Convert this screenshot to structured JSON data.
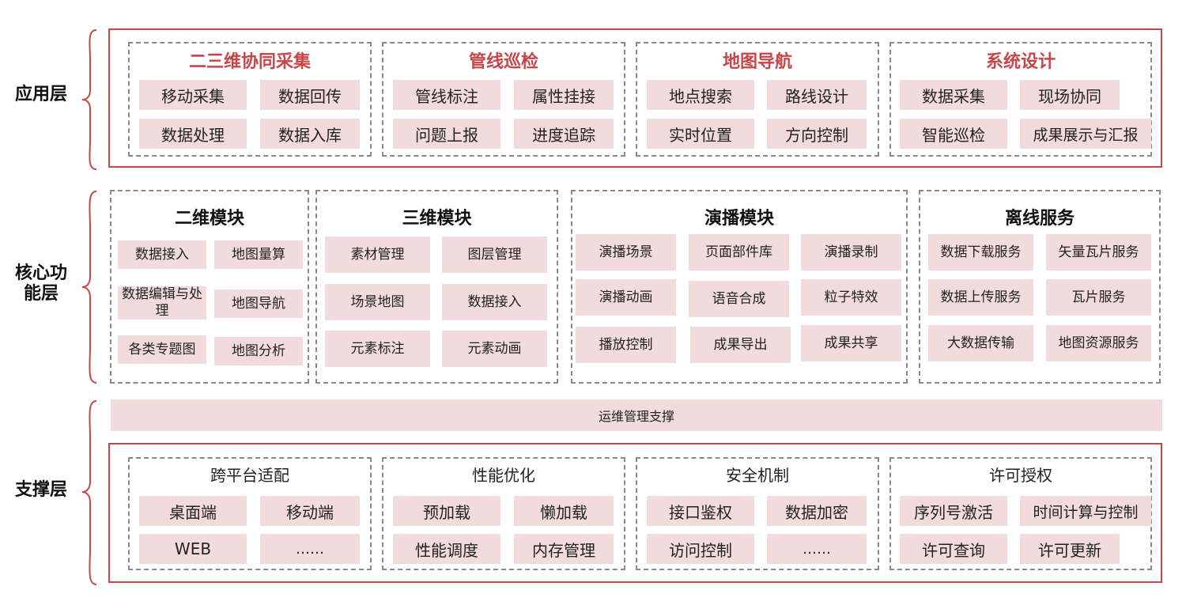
{
  "layers": {
    "app": "应用层",
    "core": "核心功\n能层",
    "support": "支撑层"
  },
  "app_groups": [
    {
      "title": "二三维协同采集",
      "items": [
        "移动采集",
        "数据回传",
        "数据处理",
        "数据入库"
      ]
    },
    {
      "title": "管线巡检",
      "items": [
        "管线标注",
        "属性挂接",
        "问题上报",
        "进度追踪"
      ]
    },
    {
      "title": "地图导航",
      "items": [
        "地点搜索",
        "路线设计",
        "实时位置",
        "方向控制"
      ]
    },
    {
      "title": "系统设计",
      "items": [
        "数据采集",
        "现场协同",
        "智能巡检",
        "成果展示与汇报"
      ]
    }
  ],
  "core_groups": [
    {
      "title": "二维模块",
      "items": [
        "数据接入",
        "地图量算",
        "数据编辑与处理",
        "地图导航",
        "各类专题图",
        "地图分析"
      ]
    },
    {
      "title": "三维模块",
      "items": [
        "素材管理",
        "图层管理",
        "场景地图",
        "数据接入",
        "元素标注",
        "元素动画"
      ]
    },
    {
      "title": "演播模块",
      "items": [
        "演播场景",
        "页面部件库",
        "演播录制",
        "演播动画",
        "语音合成",
        "粒子特效",
        "播放控制",
        "成果导出",
        "成果共享"
      ]
    },
    {
      "title": "离线服务",
      "items": [
        "数据下载服务",
        "矢量瓦片服务",
        "数据上传服务",
        "瓦片服务",
        "大数据传输",
        "地图资源服务"
      ]
    }
  ],
  "ops_bar": "运维管理支撑",
  "support_groups": [
    {
      "title": "跨平台适配",
      "items": [
        "桌面端",
        "移动端",
        "WEB",
        "……"
      ]
    },
    {
      "title": "性能优化",
      "items": [
        "预加载",
        "懒加载",
        "性能调度",
        "内存管理"
      ]
    },
    {
      "title": "安全机制",
      "items": [
        "接口鉴权",
        "数据加密",
        "访问控制",
        "……"
      ]
    },
    {
      "title": "许可授权",
      "items": [
        "序列号激活",
        "时间计算与控制",
        "许可查询",
        "许可更新"
      ]
    }
  ],
  "colors": {
    "accent": "#c8454a",
    "pill": "#f2dbdd",
    "dash": "#8a8a8a"
  }
}
